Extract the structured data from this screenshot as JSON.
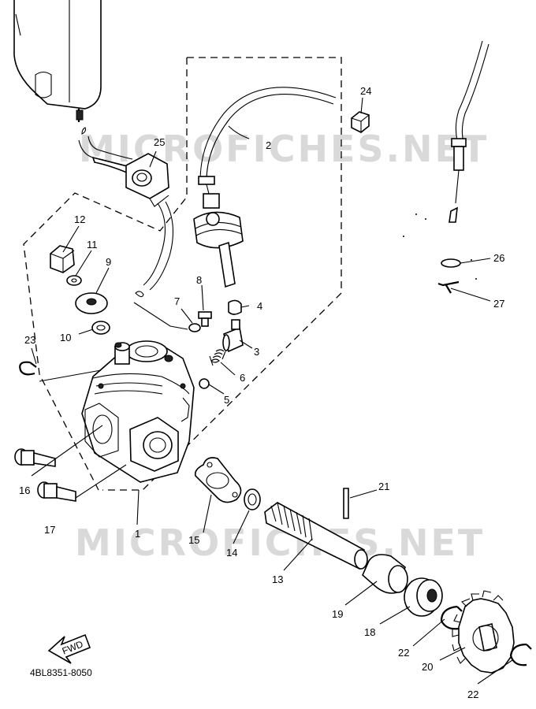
{
  "watermark": [
    "MICROFICHES.NET",
    "MICROFICHES.NET"
  ],
  "reference_code": "4BL8351-8050",
  "fwd_label": "FWD",
  "callouts": [
    "1",
    "2",
    "3",
    "4",
    "5",
    "6",
    "7",
    "8",
    "9",
    "10",
    "11",
    "12",
    "13",
    "14",
    "15",
    "16",
    "17",
    "18",
    "19",
    "20",
    "21",
    "22",
    "22",
    "23",
    "24",
    "25",
    "26",
    "27"
  ]
}
